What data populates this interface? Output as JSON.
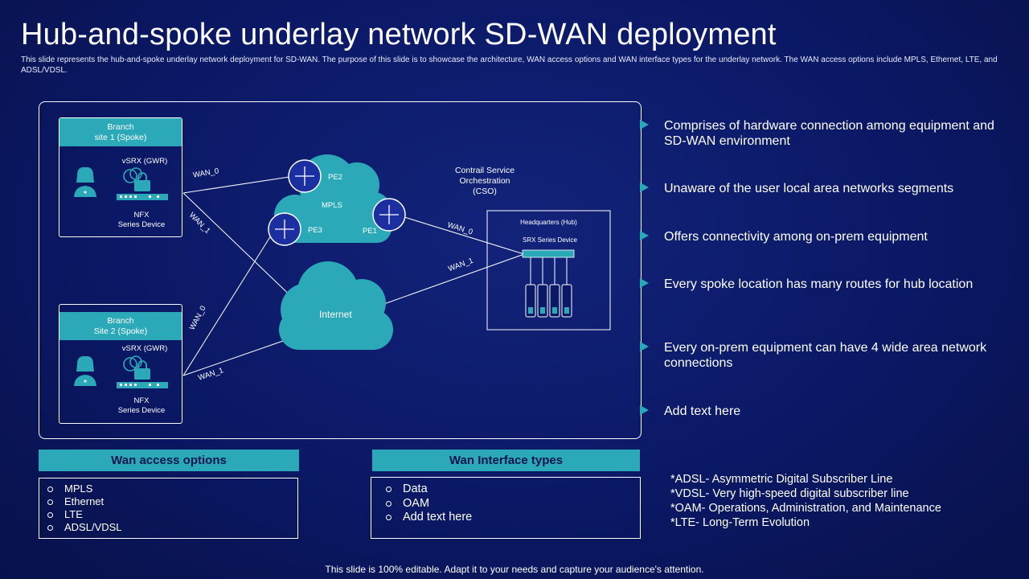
{
  "title": "Hub-and-spoke underlay network SD-WAN deployment",
  "subtitle": "This slide represents the hub-and-spoke underlay network deployment for SD-WAN. The purpose of this slide is to showcase the architecture, WAN access options and WAN interface types for the underlay network. The WAN access options include MPLS, Ethernet, LTE, and ADSL/VDSL.",
  "colors": {
    "accent": "#2ba9b8",
    "background": "#0b1865"
  },
  "diagram": {
    "branch1": {
      "header_line1": "Branch",
      "header_line2": "site 1 (Spoke)",
      "vsrx": "vSRX (GWR)",
      "device_line1": "NFX",
      "device_line2": "Series Device"
    },
    "branch2": {
      "header_line1": "Branch",
      "header_line2": "Site 2 (Spoke)",
      "vsrx": "vSRX (GWR)",
      "device_line1": "NFX",
      "device_line2": "Series Device"
    },
    "wan_labels": {
      "b1_wan0": "WAN_0",
      "b1_wan1": "WAN_1",
      "b2_wan0": "WAN_0",
      "b2_wan1": "WAN_1",
      "hq_wan0": "WAN_0",
      "hq_wan1": "WAN_1"
    },
    "mpls_label": "MPLS",
    "internet_label": "Internet",
    "pe_labels": {
      "pe1": "PE1",
      "pe2": "PE2",
      "pe3": "PE3"
    },
    "cso_line1": "Contrail Service",
    "cso_line2": "Orchestration",
    "cso_line3": "(CSO)",
    "hq_title": "Headquarters  (Hub)",
    "hq_device": "SRX Series Device"
  },
  "bullets": [
    "Comprises of hardware connection among equipment and SD-WAN environment",
    "Unaware of the user local area networks segments",
    "Offers connectivity among on-prem equipment",
    "Every spoke location has many routes for hub location",
    "Every on-prem equipment can have 4 wide area network connections",
    "Add text here"
  ],
  "wan_access": {
    "title": "Wan access options",
    "items": [
      "MPLS",
      "Ethernet",
      "LTE",
      "ADSL/VDSL"
    ]
  },
  "wan_interface": {
    "title": "Wan Interface types",
    "items": [
      "Data",
      "OAM",
      "Add text here"
    ]
  },
  "definitions": [
    "*ADSL- Asymmetric Digital Subscriber Line",
    "*VDSL- Very high-speed digital subscriber line",
    "*OAM- Operations, Administration, and Maintenance",
    "*LTE- Long-Term Evolution"
  ],
  "footer": "This slide is 100% editable. Adapt it to your needs and capture your audience's attention."
}
